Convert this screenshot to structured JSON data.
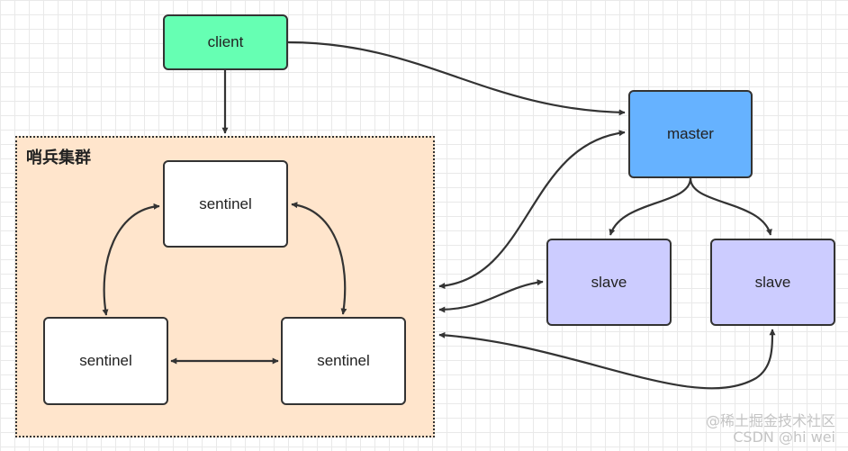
{
  "cluster": {
    "label": "哨兵集群"
  },
  "nodes": {
    "client": "client",
    "master": "master",
    "slave_1": "slave",
    "slave_2": "slave",
    "sentinel_top": "sentinel",
    "sentinel_left": "sentinel",
    "sentinel_right": "sentinel"
  },
  "colors": {
    "client": "#66ffb3",
    "master": "#66b2ff",
    "slave": "#ccccff",
    "sentinel": "#ffffff",
    "cluster_bg": "#ffe5cc",
    "edge": "#333333"
  },
  "watermark": {
    "line1": "@稀土掘金技术社区",
    "line2": "CSDN @hi wei"
  }
}
